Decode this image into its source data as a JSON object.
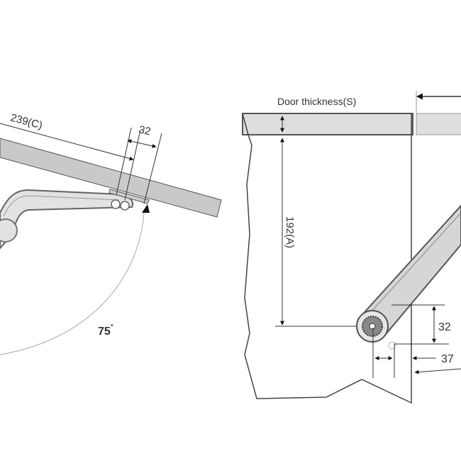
{
  "diagram": {
    "title": "Door closer installation dimensions",
    "left_view": {
      "dimension_c": "239(C)",
      "dimension_arm": "32",
      "opening_angle": "75",
      "angle_unit": "°"
    },
    "right_view": {
      "door_thickness_label": "Door thickness(S)",
      "dimension_a": "192(A)",
      "dimension_vertical": "32",
      "dimension_horizontal": "37"
    },
    "colors": {
      "line": "#333333",
      "fill_gray": "#c9c9c9",
      "fill_light": "#dedede",
      "arrow": "#111111"
    }
  }
}
